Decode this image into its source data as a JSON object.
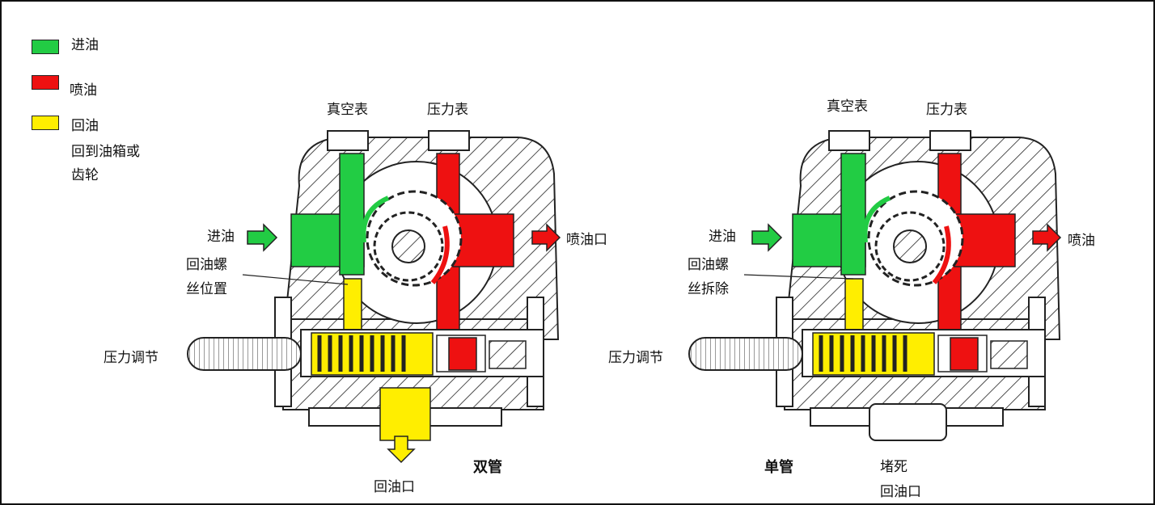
{
  "legend": [
    {
      "label": "进油",
      "color": "#22cc44"
    },
    {
      "label": "喷油",
      "color": "#ee1111"
    },
    {
      "label": "回油",
      "color": "#ffee00"
    }
  ],
  "legend_note": [
    "回到油箱或",
    "齿轮"
  ],
  "left_pump": {
    "vacuum_gauge": "真空表",
    "pressure_gauge": "压力表",
    "inlet": "进油",
    "outlet": "喷油口",
    "screw_label": [
      "回油螺",
      "丝位置"
    ],
    "adjust": "压力调节",
    "return_port": "回油口",
    "mode": "双管"
  },
  "right_pump": {
    "vacuum_gauge": "真空表",
    "pressure_gauge": "压力表",
    "inlet": "进油",
    "outlet": "喷油",
    "screw_label": [
      "回油螺",
      "丝拆除"
    ],
    "adjust": "压力调节",
    "mode": "单管",
    "plug": [
      "堵死",
      "回油口"
    ]
  },
  "colors": {
    "intake": "#22cc44",
    "spray": "#ee1111",
    "return": "#ffee00",
    "metal": "#ffffff",
    "outline": "#222222"
  }
}
